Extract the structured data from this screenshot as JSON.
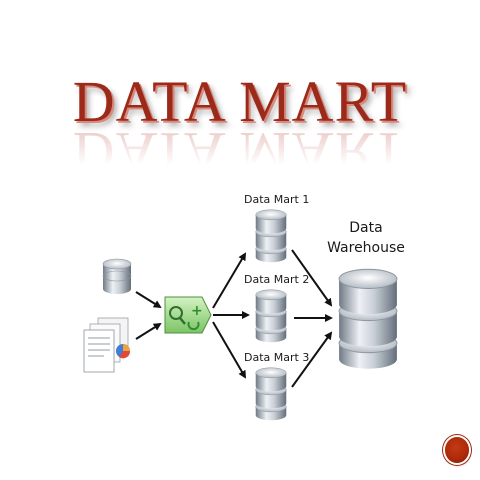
{
  "title": "DATA MART",
  "data_marts": [
    {
      "label": "Data Mart 1"
    },
    {
      "label": "Data Mart 2"
    },
    {
      "label": "Data Mart 3"
    }
  ],
  "warehouse": {
    "line1": "Data",
    "line2": "Warehouse"
  },
  "colors": {
    "title": "#9c2a1a",
    "cylinder_light": "#e4e8ec",
    "cylinder_dark": "#7d8793",
    "etl_green": "#8fd07a",
    "nav_button": "#b02a0a"
  },
  "icons": [
    "database-icon",
    "documents-icon",
    "etl-process-icon",
    "arrow-icon",
    "next-slide-icon"
  ]
}
